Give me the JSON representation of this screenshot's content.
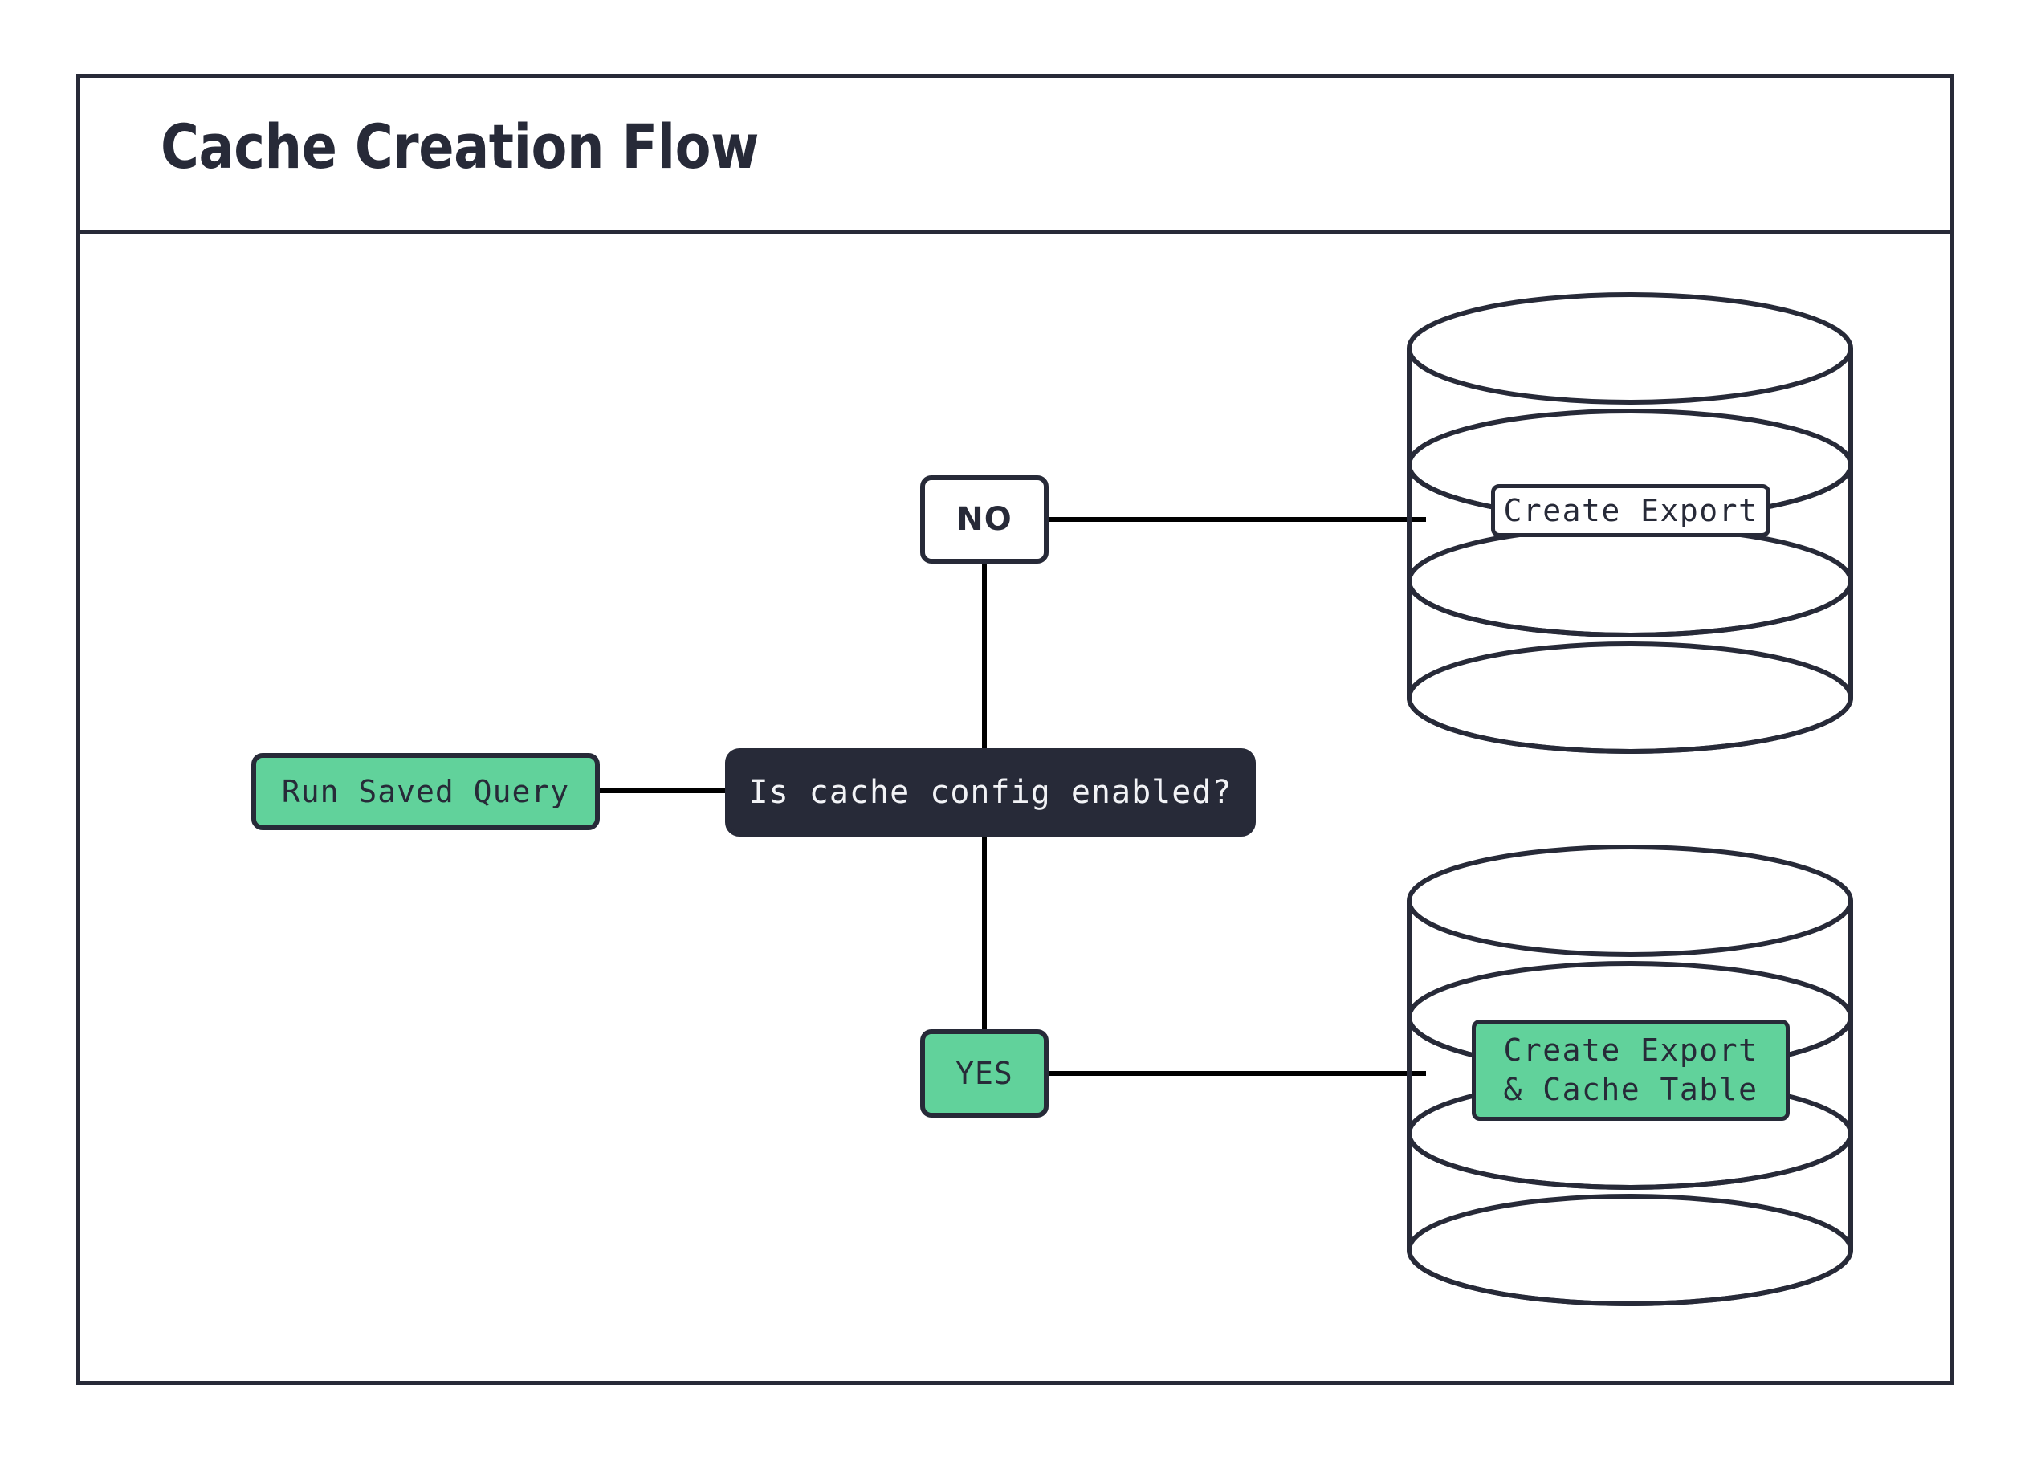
{
  "diagram": {
    "title": "Cache Creation Flow",
    "type": "flowchart",
    "colors": {
      "ink": "#272A38",
      "accent_green": "#61D29B",
      "surface": "#ffffff",
      "decision_text": "#F2F3F6",
      "edge": "#000000"
    },
    "nodes": [
      {
        "id": "run-saved-query",
        "label": "Run Saved Query",
        "shape": "rounded-rect",
        "style": "green"
      },
      {
        "id": "decision",
        "label": "Is cache config enabled?",
        "shape": "rounded-rect",
        "style": "dark"
      },
      {
        "id": "no",
        "label": "NO",
        "shape": "rounded-rect",
        "style": "plain"
      },
      {
        "id": "yes",
        "label": "YES",
        "shape": "rounded-rect",
        "style": "green"
      },
      {
        "id": "db-top",
        "label": "Create Export",
        "shape": "database-cylinder",
        "style": "plain"
      },
      {
        "id": "db-bottom",
        "label": "Create Export\n& Cache Table",
        "label_line1": "Create Export",
        "label_line2": "& Cache Table",
        "shape": "database-cylinder",
        "style": "green"
      }
    ],
    "edges": [
      {
        "from": "run-saved-query",
        "to": "decision",
        "label": ""
      },
      {
        "from": "decision",
        "to": "no",
        "label": ""
      },
      {
        "from": "decision",
        "to": "yes",
        "label": ""
      },
      {
        "from": "no",
        "to": "db-top",
        "label": ""
      },
      {
        "from": "yes",
        "to": "db-bottom",
        "label": ""
      }
    ]
  }
}
